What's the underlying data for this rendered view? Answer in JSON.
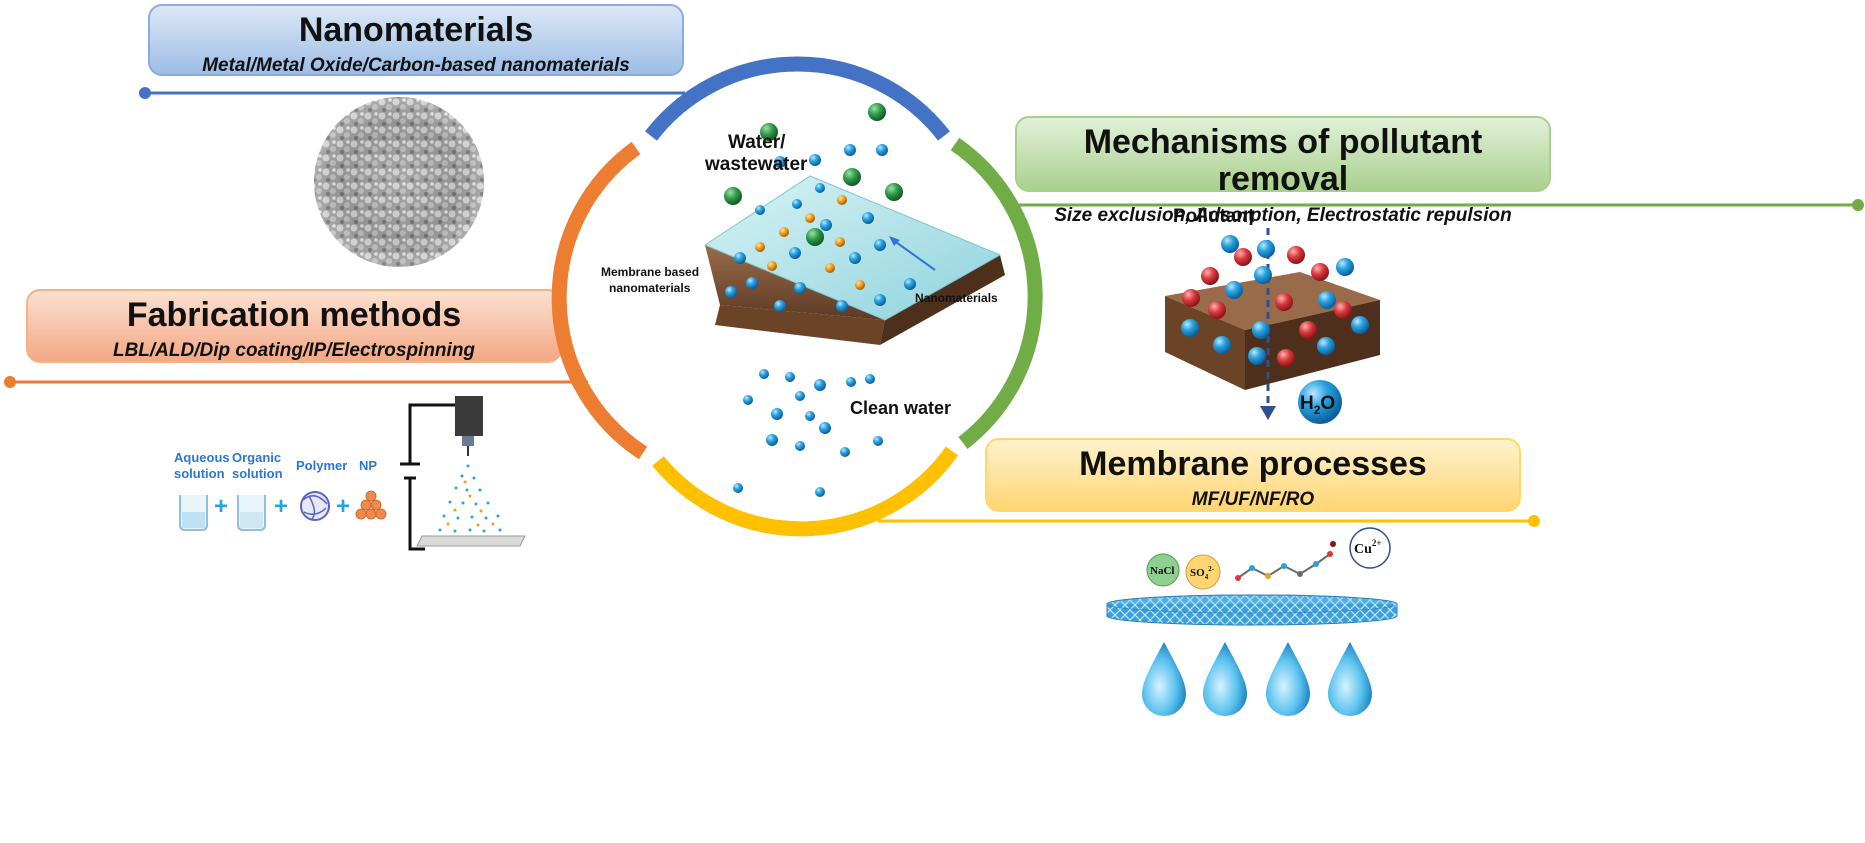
{
  "nanomaterials": {
    "title": "Nanomaterials",
    "subtitle": "Metal/Metal Oxide/Carbon-based nanomaterials"
  },
  "mechanisms": {
    "title": "Mechanisms of pollutant removal",
    "subtitle": "Size exclusion, Adsorption, Electrostatic repulsion",
    "pollutant_label": "Pollutant",
    "h2o_label": "H",
    "h2o_sub": "2",
    "h2o_tail": "O"
  },
  "fabrication": {
    "title": "Fabrication methods",
    "subtitle": "LBL/ALD/Dip coating/IP/Electrospinning",
    "components": {
      "aqueous_line1": "Aqueous",
      "aqueous_line2": "solution",
      "organic_line1": "Organic",
      "organic_line2": "solution",
      "polymer": "Polymer",
      "np": "NP",
      "plus": "+"
    }
  },
  "processes": {
    "title": "Membrane processes",
    "subtitle": "MF/UF/NF/RO",
    "species": {
      "nacl": "NaCl",
      "so4": "SO",
      "so4_sub": "4",
      "so4_sup": "2-",
      "cu": "Cu",
      "cu_sup": "2+"
    }
  },
  "center": {
    "water_line1": "Water/",
    "water_line2": "wastewater",
    "membrane_line1": "Membrane based",
    "membrane_line2": "nanomaterials",
    "nanomaterials_label": "Nanomaterials",
    "clean_water": "Clean water"
  },
  "colors": {
    "blue": "#4472c4",
    "green": "#70ad47",
    "orange": "#ed7d31",
    "yellow": "#ffc000"
  }
}
